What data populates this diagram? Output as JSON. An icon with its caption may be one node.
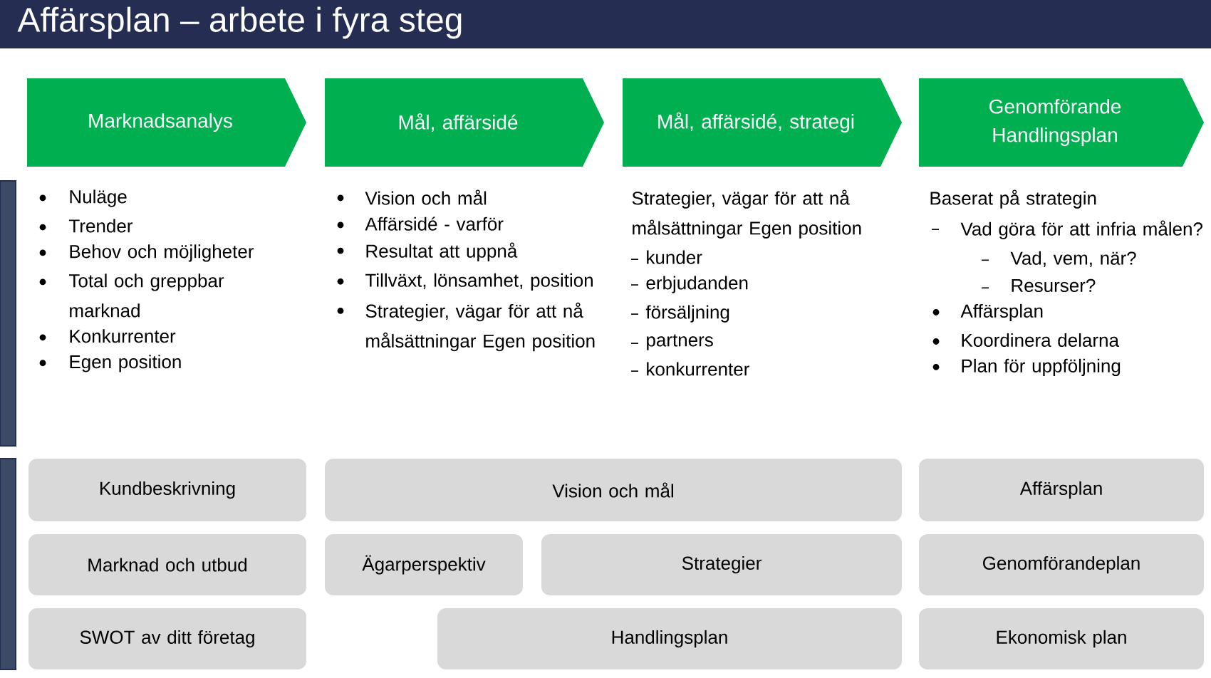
{
  "diagram": {
    "title": "Affärsplan – arbete i fyra steg",
    "nodes": [
      {
        "text": [
          "Marknadsanalys"
        ]
      },
      {
        "text": [
          "Mål, affärsidé"
        ]
      },
      {
        "text": [
          "Mål, affärsidé, strategi"
        ]
      },
      {
        "text": [
          "Genomförande Handlingsplan"
        ]
      },
      {
        "text": [
          "Kundbeskrivning"
        ]
      },
      {
        "text": [
          "Vision och mål"
        ]
      },
      {
        "text": [
          "Affärsplan"
        ]
      },
      {
        "text": [
          "Marknad och utbud"
        ]
      },
      {
        "text": [
          "Ägarperspektiv"
        ]
      },
      {
        "text": [
          "Strategier"
        ]
      },
      {
        "text": [
          "Genomförandeplan"
        ]
      },
      {
        "text": [
          "SWOT av ditt företag"
        ]
      },
      {
        "text": [
          "Handlingsplan"
        ]
      },
      {
        "text": [
          "Ekonomisk plan"
        ]
      }
    ],
    "labels": [
      "Nuläge",
      "Trender",
      "Behov och möjligheter",
      "Total och greppbar marknad",
      "Konkurrenter",
      "Egen position",
      "Vision och mål",
      "Affärsidé - varför",
      "Resultat att uppnå",
      "Tillväxt, lönsamhet, position",
      "Strategier, vägar för att nå målsättningar Egen position",
      "Strategier, vägar för att nå målsättningar Egen position",
      "kunder",
      "erbjudanden",
      "försäljning",
      "partners",
      "konkurrenter",
      "Baserat på strategin",
      "Vad göra för att infria målen?",
      "Vad, vem, när?",
      "Resurser?",
      "Affärsplan",
      "Koordinera delarna",
      "Plan för uppföljning"
    ]
  }
}
